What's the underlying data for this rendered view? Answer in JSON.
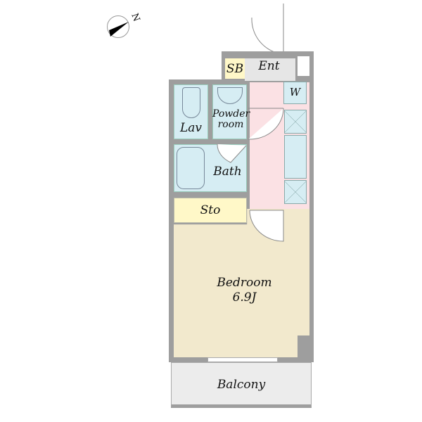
{
  "compass": {
    "label": "N"
  },
  "rooms": {
    "sb": "SB",
    "ent": "Ent",
    "w": "W",
    "lav": "Lav",
    "powder": "Powder room",
    "bath": "Bath",
    "sto": "Sto",
    "bedroom": "Bedroom",
    "bedroom_size": "6.9J",
    "balcony": "Balcony"
  },
  "colors": {
    "wet": "#d6edf3",
    "storage": "#fff8c8",
    "hall": "#fbe1e4",
    "bedroom": "#f2e9cd",
    "entrance": "#e6e6e6",
    "wall": "#9e9e9e"
  }
}
